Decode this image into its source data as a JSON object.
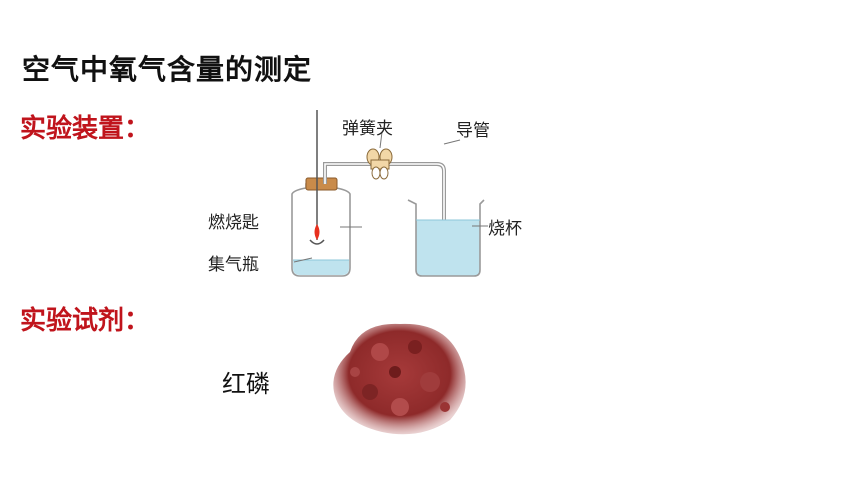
{
  "title": "空气中氧气含量的测定",
  "sections": {
    "apparatus": "实验装置：",
    "reagent": "实验试剂："
  },
  "apparatus_labels": {
    "spring_clip": "弹簧夹",
    "guide_tube": "导管",
    "combustion_spoon": "燃烧匙",
    "gas_bottle": "集气瓶",
    "beaker": "烧杯"
  },
  "reagent": {
    "name": "红磷"
  },
  "colors": {
    "section_heading": "#c0141c",
    "water": "#bfe3ee",
    "cork": "#c98b4a",
    "flame": "#e8301e",
    "red_phosphorus": "#8e2a2a"
  }
}
